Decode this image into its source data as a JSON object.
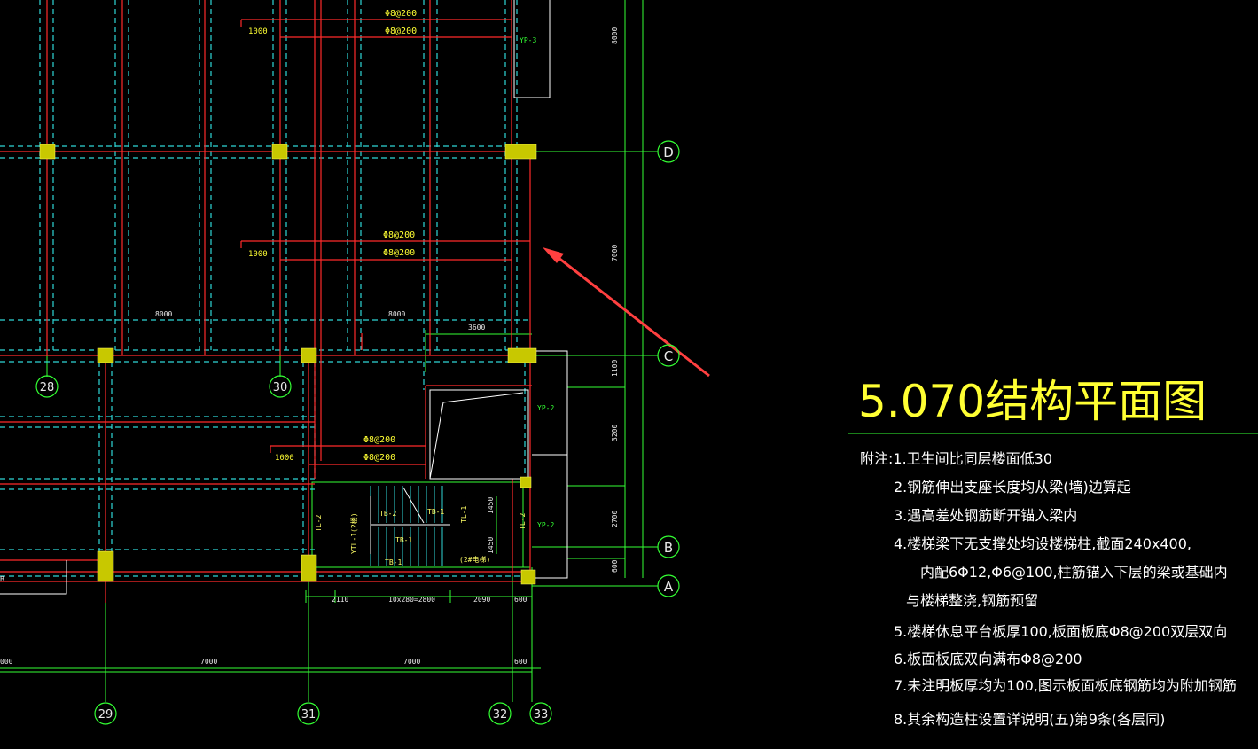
{
  "title": "5.070结构平面图",
  "notes": [
    "附注:1.卫生间比同层楼面低30",
    "2.钢筋伸出支座长度均从梁(墙)边算起",
    "3.遇高差处钢筋断开锚入梁内",
    "4.楼梯梁下无支撑处均设楼梯柱,截面240x400,",
    "内配6Φ12,Φ6@100,柱筋锚入下层的梁或基础内",
    "与楼梯整浇,钢筋预留",
    "5.楼梯休息平台板厚100,板面板底Φ8@200双层双向",
    "6.板面板底双向满布Φ8@200",
    "7.未注明板厚均为100,图示板面板底钢筋均为附加钢筋",
    "8.其余构造柱设置详说明(五)第9条(各层同)"
  ],
  "axes": {
    "horizontal": {
      "D": "D",
      "C": "C",
      "B": "B",
      "A": "A"
    },
    "vertical_top": {
      "a28": "28",
      "a30": "30"
    },
    "vertical_bottom": {
      "a29": "29",
      "a31": "31",
      "a32": "32",
      "a33": "33"
    }
  },
  "rebar": {
    "r1": "Φ8@200",
    "r2": "Φ8@200",
    "r3": "Φ8@200",
    "r4": "Φ8@200",
    "r5": "Φ8@200",
    "r6": "Φ8@200",
    "len1": "1000",
    "len2": "1000",
    "len3": "1000"
  },
  "dims": {
    "span_8000_a": "8000",
    "span_8000_b": "8000",
    "d3600": "3600",
    "right_8000": "8000",
    "right_7000": "7000",
    "right_1100": "1100",
    "right_3200": "3200",
    "right_2700": "2700",
    "right_600": "600",
    "b2110": "2110",
    "b_tread": "10x280=2800",
    "b2090": "2090",
    "b600": "600",
    "bb_left": "000",
    "bb7000a": "7000",
    "bb7000b": "7000",
    "bb600": "600",
    "s1450a": "1450",
    "s1450b": "1450"
  },
  "labels": {
    "yp3": "YP-3",
    "yp2a": "YP-2",
    "yp2b": "YP-2",
    "tb1a": "TB-1",
    "tb1b": "TB-1",
    "tb1c": "TB-1",
    "tb2": "TB-2",
    "tl1": "TL-1",
    "tl2": "TL-2",
    "tl2b": "TL-2",
    "ytl": "YTL-1(2楼)",
    "elev": "(2#电梯)",
    "edge_b": "B"
  },
  "colors": {
    "red": "#ff2a2a",
    "cyan": "#2fd7d7",
    "green": "#33ff33",
    "yellow": "#ffff33",
    "column": "#c8c800",
    "white": "#ffffff",
    "arrow": "#ff4040"
  }
}
